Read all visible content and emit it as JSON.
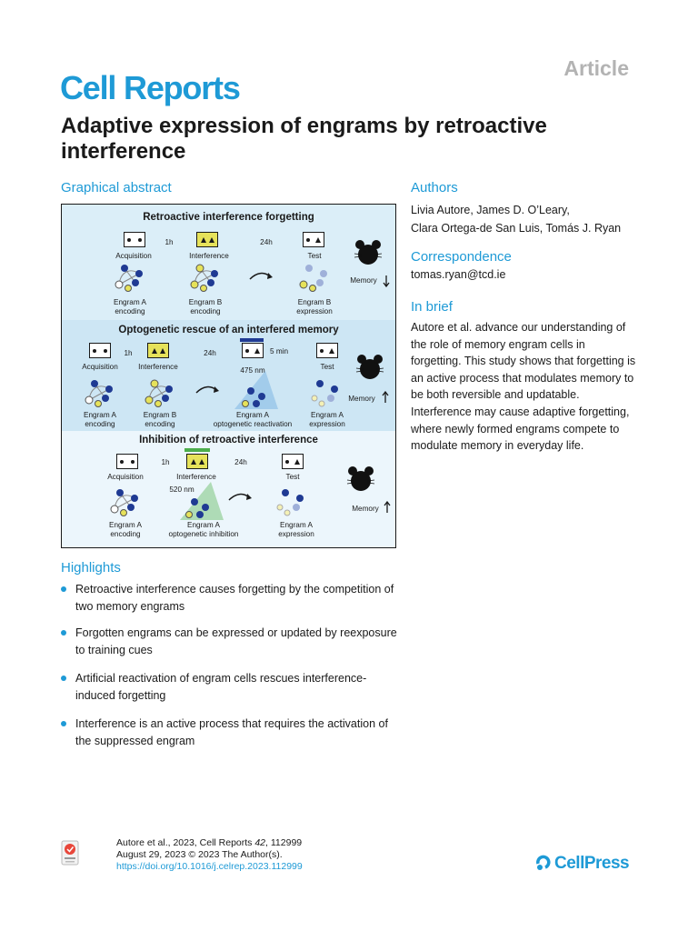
{
  "header": {
    "article_type": "Article",
    "journal": "Cell Reports",
    "title": "Adaptive expression of engrams by retroactive interference"
  },
  "graphical_abstract": {
    "heading": "Graphical abstract",
    "panel1": {
      "title": "Retroactive interference forgetting",
      "t1": "1h",
      "t2": "24h",
      "stage1": "Acquisition",
      "stage2": "Interference",
      "stage3": "Test",
      "engram1": "Engram A\nencoding",
      "engram2": "Engram B\nencoding",
      "engram3": "Engram B\nexpression",
      "memory": "Memory",
      "memory_direction": "down"
    },
    "panel2": {
      "title": "Optogenetic rescue of an interfered memory",
      "t1": "1h",
      "t2": "24h",
      "t3": "5 min",
      "wavelength": "475 nm",
      "stage1": "Acquisition",
      "stage2": "Interference",
      "stage4": "Test",
      "engram1": "Engram A\nencoding",
      "engram2": "Engram B\nencoding",
      "engram3": "Engram A\noptogenetic reactivation",
      "engram4": "Engram A\nexpression",
      "memory": "Memory",
      "memory_direction": "up"
    },
    "panel3": {
      "title": "Inhibition of retroactive interference",
      "t1": "1h",
      "t2": "24h",
      "wavelength": "520 nm",
      "stage1": "Acquisition",
      "stage2": "Interference",
      "stage3": "Test",
      "engram1": "Engram A\nencoding",
      "engram2": "Engram A\noptogenetic inhibition",
      "engram3": "Engram A\nexpression",
      "memory": "Memory",
      "memory_direction": "up"
    }
  },
  "authors": {
    "heading": "Authors",
    "line1": "Livia Autore, James D. O’Leary,",
    "line2": "Clara Ortega-de San Luis, Tomás J. Ryan"
  },
  "correspondence": {
    "heading": "Correspondence",
    "email": "tomas.ryan@tcd.ie"
  },
  "in_brief": {
    "heading": "In brief",
    "text": "Autore et al. advance our understanding of the role of memory engram cells in forgetting. This study shows that forgetting is an active process that modulates memory to be both reversible and updatable. Interference may cause adaptive forgetting, where newly formed engrams compete to modulate memory in everyday life."
  },
  "highlights": {
    "heading": "Highlights",
    "items": [
      "Retroactive interference causes forgetting by the competition of two memory engrams",
      "Forgotten engrams can be expressed or updated by reexposure to training cues",
      "Artificial reactivation of engram cells rescues interference-induced forgetting",
      "Interference is an active process that requires the activation of the suppressed engram"
    ]
  },
  "footer": {
    "citation_prefix": "Autore et al., 2023, Cell Reports ",
    "volume": "42",
    "citation_suffix": ", 112999",
    "date_line": "August 29, 2023 © 2023 The Author(s).",
    "doi": "https://doi.org/10.1016/j.celrep.2023.112999",
    "publisher": "CellPress"
  },
  "colors": {
    "accent": "#1e9ad6",
    "engram_blue": "#1f3a93",
    "engram_yellow": "#e6e25a",
    "panel_light": "#dbeef8"
  }
}
